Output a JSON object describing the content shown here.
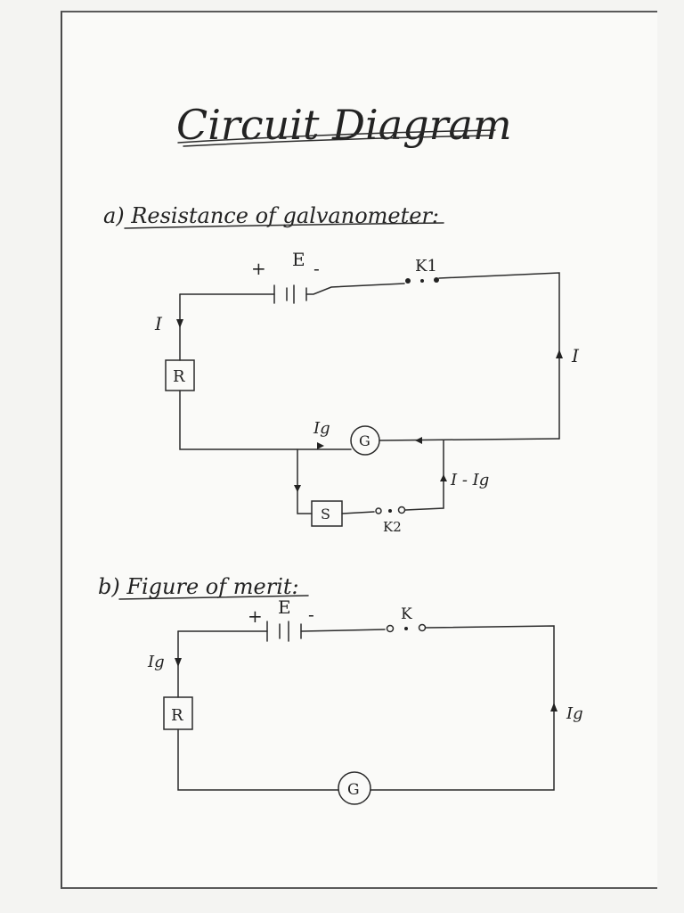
{
  "page_title": "Circuit Diagram",
  "section_a": {
    "heading": "a) Resistance of galvanometer:",
    "labels": {
      "battery_plus": "+",
      "battery_minus": "-",
      "emf": "E",
      "key1": "K1",
      "current_left": "I",
      "current_right": "I",
      "resistor": "R",
      "galv_current": "Ig",
      "galvanometer": "G",
      "branch_current": "I - Ig",
      "shunt": "S",
      "key2": "K2"
    }
  },
  "section_b": {
    "heading": "b) Figure of merit:",
    "labels": {
      "battery_plus": "+",
      "battery_minus": "-",
      "emf": "E",
      "key": "K",
      "current_left": "Ig",
      "current_right": "Ig",
      "resistor": "R",
      "galvanometer": "G"
    }
  }
}
